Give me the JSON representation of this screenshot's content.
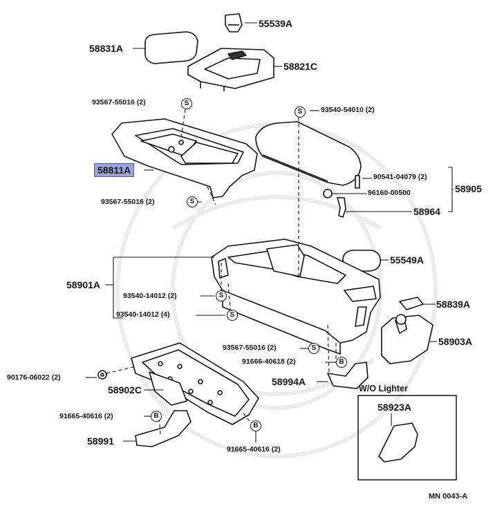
{
  "parts": {
    "p55539A": "55539A",
    "p58831A": "58831A",
    "p58821C": "58821C",
    "p93567_top": "93567-55016 (2)",
    "p93540_54010": "93540-54010 (2)",
    "p58811A": "58811A",
    "p90541": "90541-04079 (2)",
    "p96160": "96160-00500",
    "p58905": "58905",
    "p58964": "58964",
    "p93567_mid": "93567-55016 (2)",
    "p55549A": "55549A",
    "p58901A": "58901A",
    "p93540_14012_2": "93540-14012 (2)",
    "p93540_14012_4": "93540-14012 (4)",
    "p58839A": "58839A",
    "p58903A": "58903A",
    "p93567_low": "93567-55016 (2)",
    "p91666": "91666-40618 (2)",
    "p90176": "90176-06022 (2)",
    "p58994A": "58994A",
    "p58902C": "58902C",
    "p91665_left": "91665-40616 (2)",
    "p58991": "58991",
    "p91665_bottom": "91665-40616 (2)",
    "p58923A": "58923A"
  },
  "badges": {
    "s": "S",
    "b": "B"
  },
  "inset_title": "W/O Lighter",
  "diagram_code": "MN  0043-A",
  "highlight_color": "#9aa6da"
}
